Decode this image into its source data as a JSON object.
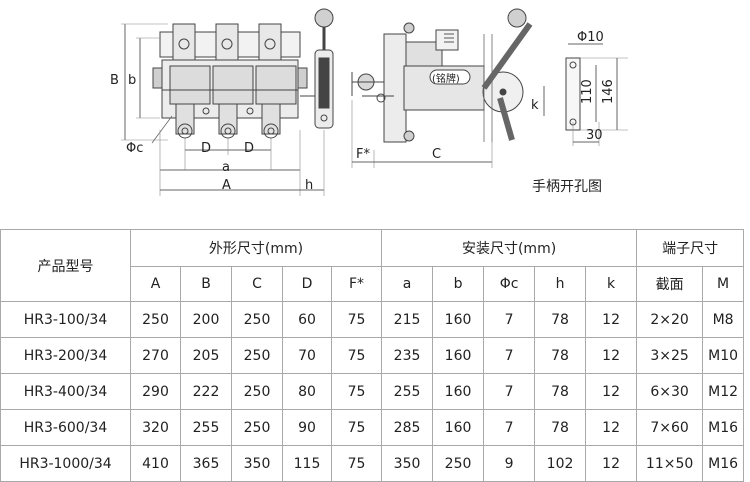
{
  "drawing": {
    "dims_front": {
      "B": "B",
      "b": "b",
      "phi_c": "Φc",
      "D1": "D",
      "D2": "D",
      "a": "a",
      "A": "A",
      "h": "h"
    },
    "dims_side": {
      "F": "F*",
      "C": "C",
      "k": "k",
      "nameplate": "(铭牌)"
    },
    "dims_hole": {
      "phi10": "Φ10",
      "d110": "110",
      "d146": "146",
      "d30": "30"
    },
    "caption": "手柄开孔图"
  },
  "table": {
    "header": {
      "model": "产品型号",
      "group_outline": "外形尺寸(mm)",
      "group_install": "安装尺寸(mm)",
      "group_terminal": "端子尺寸",
      "cols_outline": [
        "A",
        "B",
        "C",
        "D",
        "F*"
      ],
      "cols_install": [
        "a",
        "b",
        "Φc",
        "h",
        "k"
      ],
      "cols_terminal": [
        "截面",
        "M"
      ]
    },
    "rows": [
      {
        "model": "HR3-100/34",
        "A": "250",
        "B": "200",
        "C": "250",
        "D": "60",
        "F": "75",
        "a": "215",
        "b": "160",
        "c": "7",
        "h": "78",
        "k": "12",
        "section": "2×20",
        "M": "M8"
      },
      {
        "model": "HR3-200/34",
        "A": "270",
        "B": "205",
        "C": "250",
        "D": "70",
        "F": "75",
        "a": "235",
        "b": "160",
        "c": "7",
        "h": "78",
        "k": "12",
        "section": "3×25",
        "M": "M10"
      },
      {
        "model": "HR3-400/34",
        "A": "290",
        "B": "222",
        "C": "250",
        "D": "80",
        "F": "75",
        "a": "255",
        "b": "160",
        "c": "7",
        "h": "78",
        "k": "12",
        "section": "6×30",
        "M": "M12"
      },
      {
        "model": "HR3-600/34",
        "A": "320",
        "B": "255",
        "C": "250",
        "D": "90",
        "F": "75",
        "a": "285",
        "b": "160",
        "c": "7",
        "h": "78",
        "k": "12",
        "section": "7×60",
        "M": "M16"
      },
      {
        "model": "HR3-1000/34",
        "A": "410",
        "B": "365",
        "C": "350",
        "D": "115",
        "F": "75",
        "a": "350",
        "b": "250",
        "c": "9",
        "h": "102",
        "k": "12",
        "section": "11×50",
        "M": "M16"
      }
    ]
  }
}
